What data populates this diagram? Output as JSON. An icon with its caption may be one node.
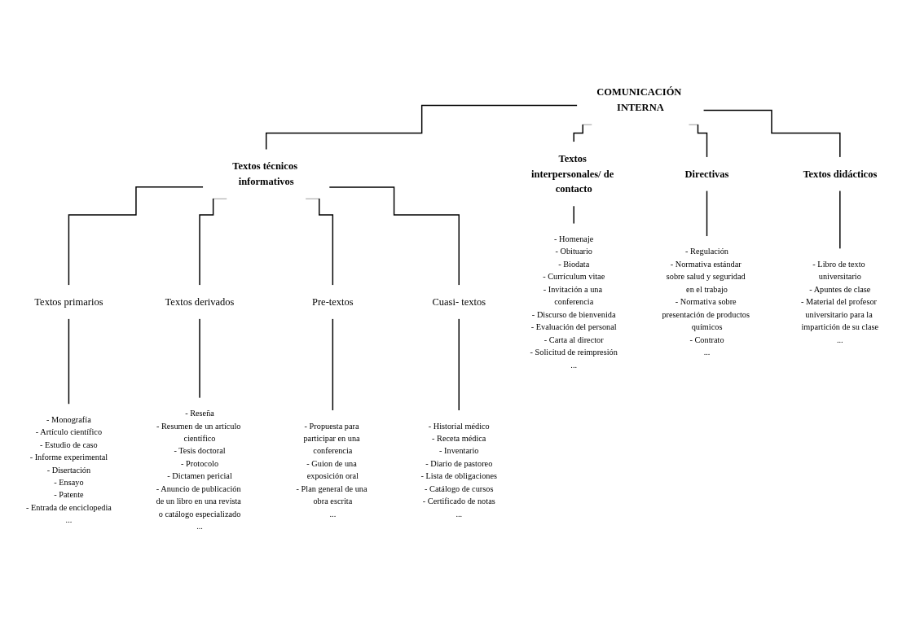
{
  "diagram": {
    "nodes": [
      {
        "text": [
          "COMUNICACIÓN INTERNA"
        ]
      },
      {
        "text": [
          "Textos técnicos informativos"
        ]
      },
      {
        "text": [
          "Textos primarios"
        ]
      },
      {
        "text": [
          "- Monografía",
          "- Artículo científico",
          "- Estudio de caso",
          "- Informe experimental",
          "- Disertación",
          "- Ensayo",
          "- Patente",
          "- Entrada de enciclopedia",
          "..."
        ]
      },
      {
        "text": [
          "Textos derivados"
        ]
      },
      {
        "text": [
          "- Reseña",
          "- Resumen de un artículo científico",
          "- Tesis doctoral",
          "- Protocolo",
          "- Dictamen pericial",
          "- Anuncio de publicación de un libro en una revista o catálogo especializado",
          "..."
        ]
      },
      {
        "text": [
          "Pre-textos"
        ]
      },
      {
        "text": [
          "- Propuesta para participar en una conferencia",
          "- Guion de una exposición oral",
          "- Plan general de una obra escrita",
          "..."
        ]
      },
      {
        "text": [
          "Cuasi- textos"
        ]
      },
      {
        "text": [
          "- Historial médico",
          "- Receta médica",
          "- Inventario",
          "- Diario de pastoreo",
          "- Lista de obligaciones",
          "- Catálogo de cursos",
          "- Certificado de notas",
          "..."
        ]
      },
      {
        "text": [
          "Textos interpersonales/ de contacto"
        ]
      },
      {
        "text": [
          "- Homenaje",
          "- Obituario",
          "- Biodata",
          "- Currículum vitae",
          "- Invitación a una conferencia",
          "- Discurso de bienvenida",
          "- Evaluación del personal",
          "- Carta al director",
          "- Solicitud de reimpresión",
          "..."
        ]
      },
      {
        "text": [
          "Directivas"
        ]
      },
      {
        "text": [
          "- Regulación",
          "- Normativa estándar sobre salud y seguridad en el trabajo",
          "- Normativa sobre presentación de productos químicos",
          "- Contrato",
          "..."
        ]
      },
      {
        "text": [
          "Textos didácticos"
        ]
      },
      {
        "text": [
          "- Libro de texto universitario",
          "- Apuntes de clase",
          "- Material del profesor universitario para la impartición de su clase",
          "..."
        ]
      }
    ],
    "edges": [
      {
        "from": 0,
        "to": 1,
        "arrow": "none"
      },
      {
        "from": 1,
        "to": 2,
        "arrow": "none"
      },
      {
        "from": 2,
        "to": 3,
        "arrow": "none"
      },
      {
        "from": 1,
        "to": 4,
        "arrow": "none"
      },
      {
        "from": 4,
        "to": 5,
        "arrow": "none"
      },
      {
        "from": 1,
        "to": 6,
        "arrow": "none"
      },
      {
        "from": 6,
        "to": 7,
        "arrow": "none"
      },
      {
        "from": 1,
        "to": 8,
        "arrow": "none"
      },
      {
        "from": 8,
        "to": 9,
        "arrow": "none"
      },
      {
        "from": 0,
        "to": 10,
        "arrow": "none"
      },
      {
        "from": 10,
        "to": 11,
        "arrow": "none"
      },
      {
        "from": 0,
        "to": 12,
        "arrow": "none"
      },
      {
        "from": 12,
        "to": 13,
        "arrow": "none"
      },
      {
        "from": 0,
        "to": 14,
        "arrow": "none"
      },
      {
        "from": 14,
        "to": 15,
        "arrow": "none"
      }
    ]
  }
}
